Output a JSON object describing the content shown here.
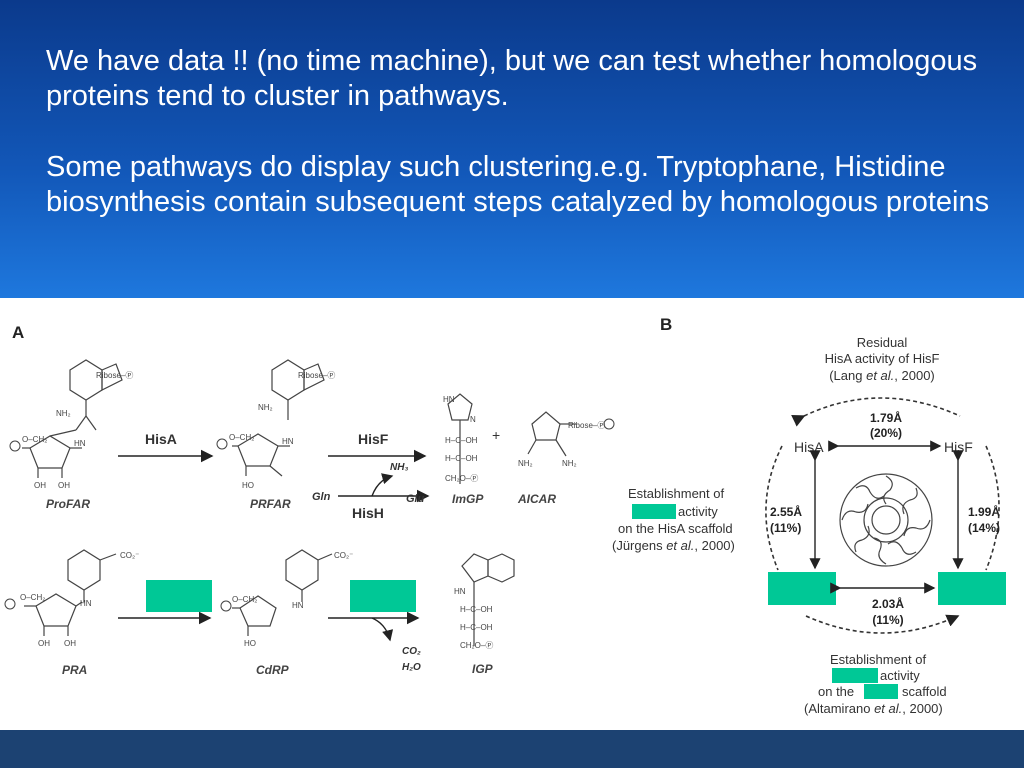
{
  "slide": {
    "paragraph1": "We have data !! (no time machine), but we can test whether homologous proteins tend to cluster in pathways.",
    "paragraph2": "Some pathways do display such clustering.e.g. Tryptophane, Histidine biosynthesis contain subsequent steps catalyzed by homologous proteins"
  },
  "panel_a": {
    "label": "A",
    "compounds": {
      "profar": "ProFAR",
      "prfar": "PRFAR",
      "imgp": "ImGP",
      "aicar": "AICAR",
      "pra": "PRA",
      "cdrp": "CdRP",
      "igp": "IGP"
    },
    "enzymes": {
      "hisa": "HisA",
      "hisf": "HisF",
      "hish": "HisH"
    },
    "cosubstrates": {
      "gln": "Gln",
      "glu": "Glu",
      "nh3": "NH₃",
      "co2": "CO₂",
      "h2o": "H₂O",
      "plus": "+"
    },
    "fragments": {
      "ribose_p": "Ribose–Ⓟ",
      "p": "Ⓟ",
      "o_ch2": "O–CH₂",
      "hn": "HN",
      "oh": "OH",
      "ho": "HO",
      "nh2": "NH₂",
      "coo": "CO₂⁻",
      "hc_oh": "H–C–OH",
      "ch2o_p": "CH₂O–Ⓟ",
      "n": "N",
      "hn_ring": "HN"
    }
  },
  "panel_b": {
    "label": "B",
    "residual_title": "Residual",
    "residual_line2": "HisA activity of HisF",
    "residual_cite_prefix": "(Lang ",
    "residual_cite_etal": "et al.",
    "residual_cite_year": ", 2000)",
    "hisa": "HisA",
    "hisf": "HisF",
    "top_rmsd": "1.79Å",
    "top_identity": "(20%)",
    "left_rmsd": "2.55Å",
    "left_identity": "(11%)",
    "right_rmsd": "1.99Å",
    "right_identity": "(14%)",
    "bottom_rmsd": "2.03Å",
    "bottom_identity": "(11%)",
    "left_est_line1": "Establishment of",
    "left_est_line2": "activity",
    "left_est_line3": "on the HisA scaffold",
    "left_est_cite_prefix": "(Jürgens ",
    "left_est_cite_etal": "et al.",
    "left_est_cite_year": ", 2000)",
    "right_est_line1": "Establishment of",
    "right_est_line2": "activity",
    "right_est_line3_a": "on the",
    "right_est_line3_b": "scaffold",
    "right_est_cite_prefix": "(Altamirano ",
    "right_est_cite_etal": "et al.",
    "right_est_cite_year": ", 2000)"
  },
  "colors": {
    "redaction": "#00c896",
    "slide_text": "#ffffff",
    "panel_background": "#ffffff",
    "bottom_bar": "#1c4272"
  }
}
